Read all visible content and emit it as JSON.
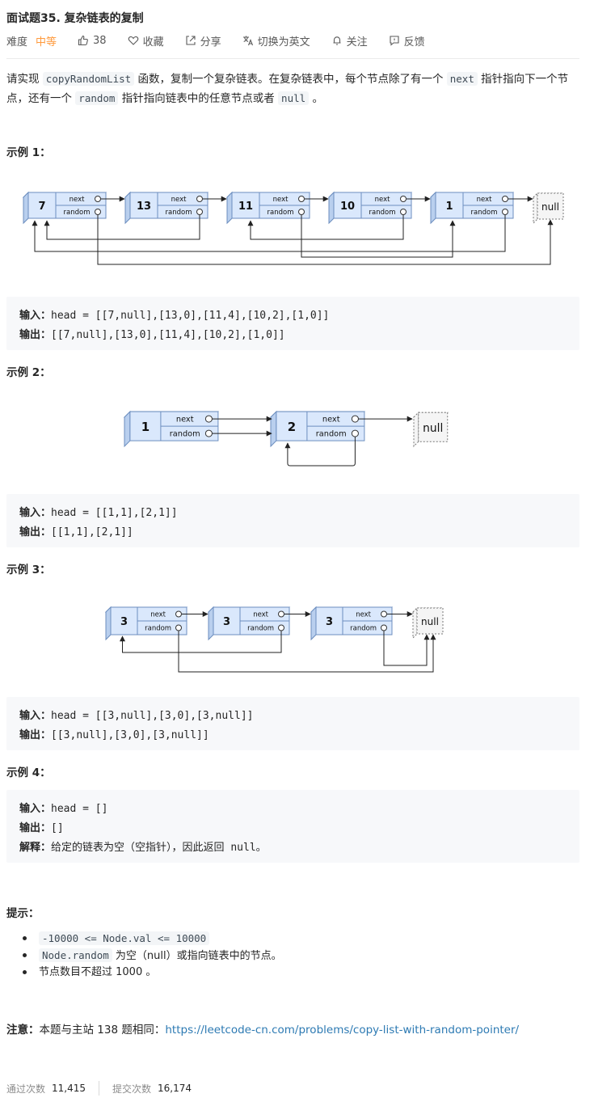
{
  "header": {
    "title": "面试题35. 复杂链表的复制",
    "difficulty_label": "难度",
    "difficulty_value": "中等",
    "likes": "38",
    "favorite": "收藏",
    "share": "分享",
    "switch_lang": "切换为英文",
    "follow": "关注",
    "feedback": "反馈"
  },
  "description": {
    "p1_a": "请实现 ",
    "p1_code1": "copyRandomList",
    "p1_b": " 函数，复制一个复杂链表。在复杂链表中，每个节点除了有一个 ",
    "p1_code2": "next",
    "p1_c": " 指针指向下一个节点，还有一个 ",
    "p1_code3": "random",
    "p1_d": " 指针指向链表中的任意节点或者 ",
    "p1_code4": "null",
    "p1_e": " 。"
  },
  "examples": [
    {
      "heading": "示例 1：",
      "nodes": [
        "7",
        "13",
        "11",
        "10",
        "1"
      ],
      "input_label": "输入：",
      "input": "head = [[7,null],[13,0],[11,4],[10,2],[1,0]]",
      "output_label": "输出：",
      "output": "[[7,null],[13,0],[11,4],[10,2],[1,0]]"
    },
    {
      "heading": "示例 2：",
      "nodes": [
        "1",
        "2"
      ],
      "input_label": "输入：",
      "input": "head = [[1,1],[2,1]]",
      "output_label": "输出：",
      "output": "[[1,1],[2,1]]"
    },
    {
      "heading": "示例 3：",
      "nodes": [
        "3",
        "3",
        "3"
      ],
      "input_label": "输入：",
      "input": "head = [[3,null],[3,0],[3,null]]",
      "output_label": "输出：",
      "output": "[[3,null],[3,0],[3,null]]"
    },
    {
      "heading": "示例 4：",
      "input_label": "输入：",
      "input": "head = []",
      "output_label": "输出：",
      "output": "[]",
      "explain_label": "解释：",
      "explain": "给定的链表为空（空指针），因此返回 null。"
    }
  ],
  "diagram_labels": {
    "next": "next",
    "random": "random",
    "null": "null"
  },
  "hints": {
    "title": "提示：",
    "items": [
      {
        "code": "-10000 <= Node.val <= 10000",
        "text": ""
      },
      {
        "code": "Node.random",
        "text": " 为空（null）或指向链表中的节点。"
      },
      {
        "code": "",
        "text": "节点数目不超过 1000 。"
      }
    ]
  },
  "note": {
    "label": "注意：",
    "text": "本题与主站 138 题相同：",
    "link": "https://leetcode-cn.com/problems/copy-list-with-random-pointer/"
  },
  "stats": {
    "accepted_label": "通过次数",
    "accepted": "11,415",
    "submitted_label": "提交次数",
    "submitted": "16,174"
  }
}
